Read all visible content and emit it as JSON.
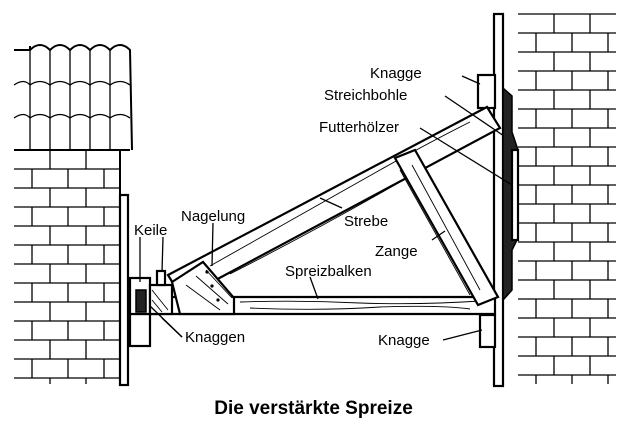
{
  "labels": {
    "knagge_top": "Knagge",
    "streichbohle": "Streichbohle",
    "futterhoelzer": "Futterhölzer",
    "nagelung": "Nagelung",
    "keile": "Keile",
    "strebe": "Strebe",
    "zange": "Zange",
    "spreizbalken": "Spreizbalken",
    "knaggen": "Knaggen",
    "knagge_bottom": "Knagge"
  },
  "caption": "Die verstärkte Spreize"
}
